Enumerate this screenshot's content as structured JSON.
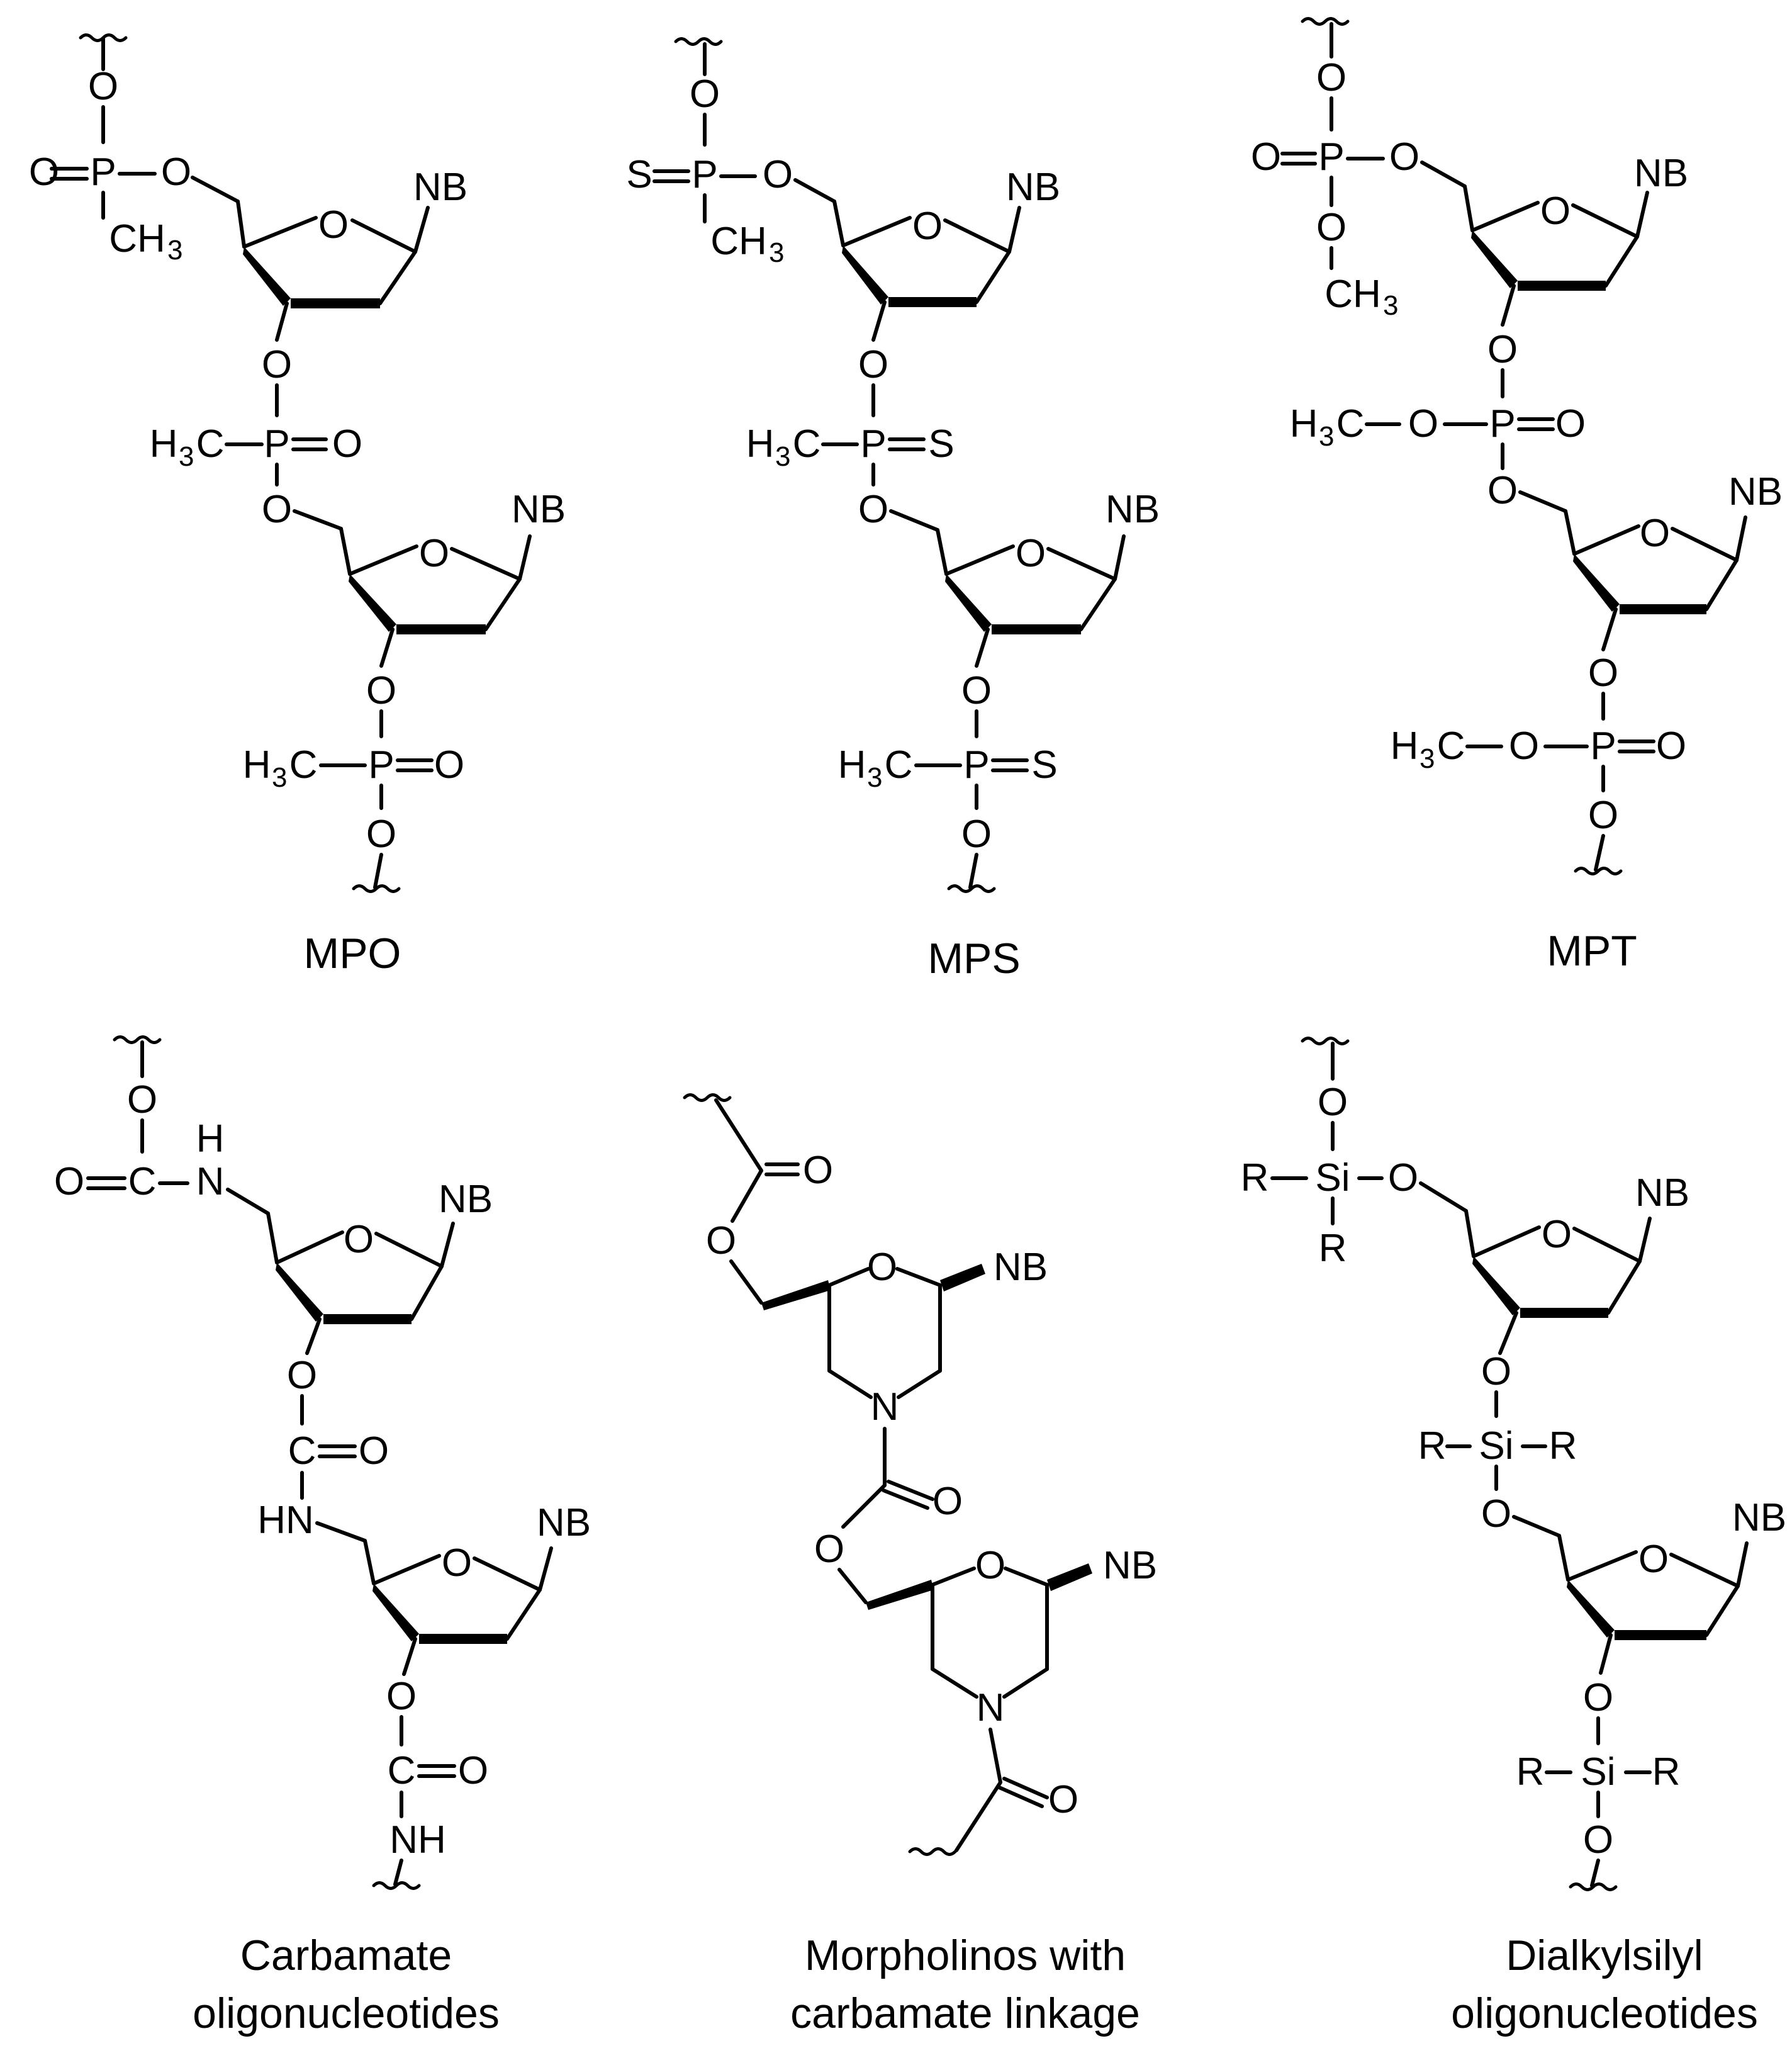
{
  "figure": {
    "captions": {
      "mpo": "MPO",
      "mps": "MPS",
      "mpt": "MPT",
      "carbamate_line1": "Carbamate",
      "carbamate_line2": "oligonucleotides",
      "morpholino_line1": "Morpholinos with",
      "morpholino_line2": "carbamate linkage",
      "silyl_line1": "Dialkylsilyl",
      "silyl_line2": "oligonucleotides"
    },
    "atoms": {
      "O": "O",
      "P": "P",
      "S": "S",
      "N": "N",
      "H": "H",
      "C": "C",
      "NB": "NB",
      "Si": "Si",
      "R": "R",
      "HN": "HN",
      "NH": "NH",
      "CH": "CH",
      "three": "3"
    }
  }
}
